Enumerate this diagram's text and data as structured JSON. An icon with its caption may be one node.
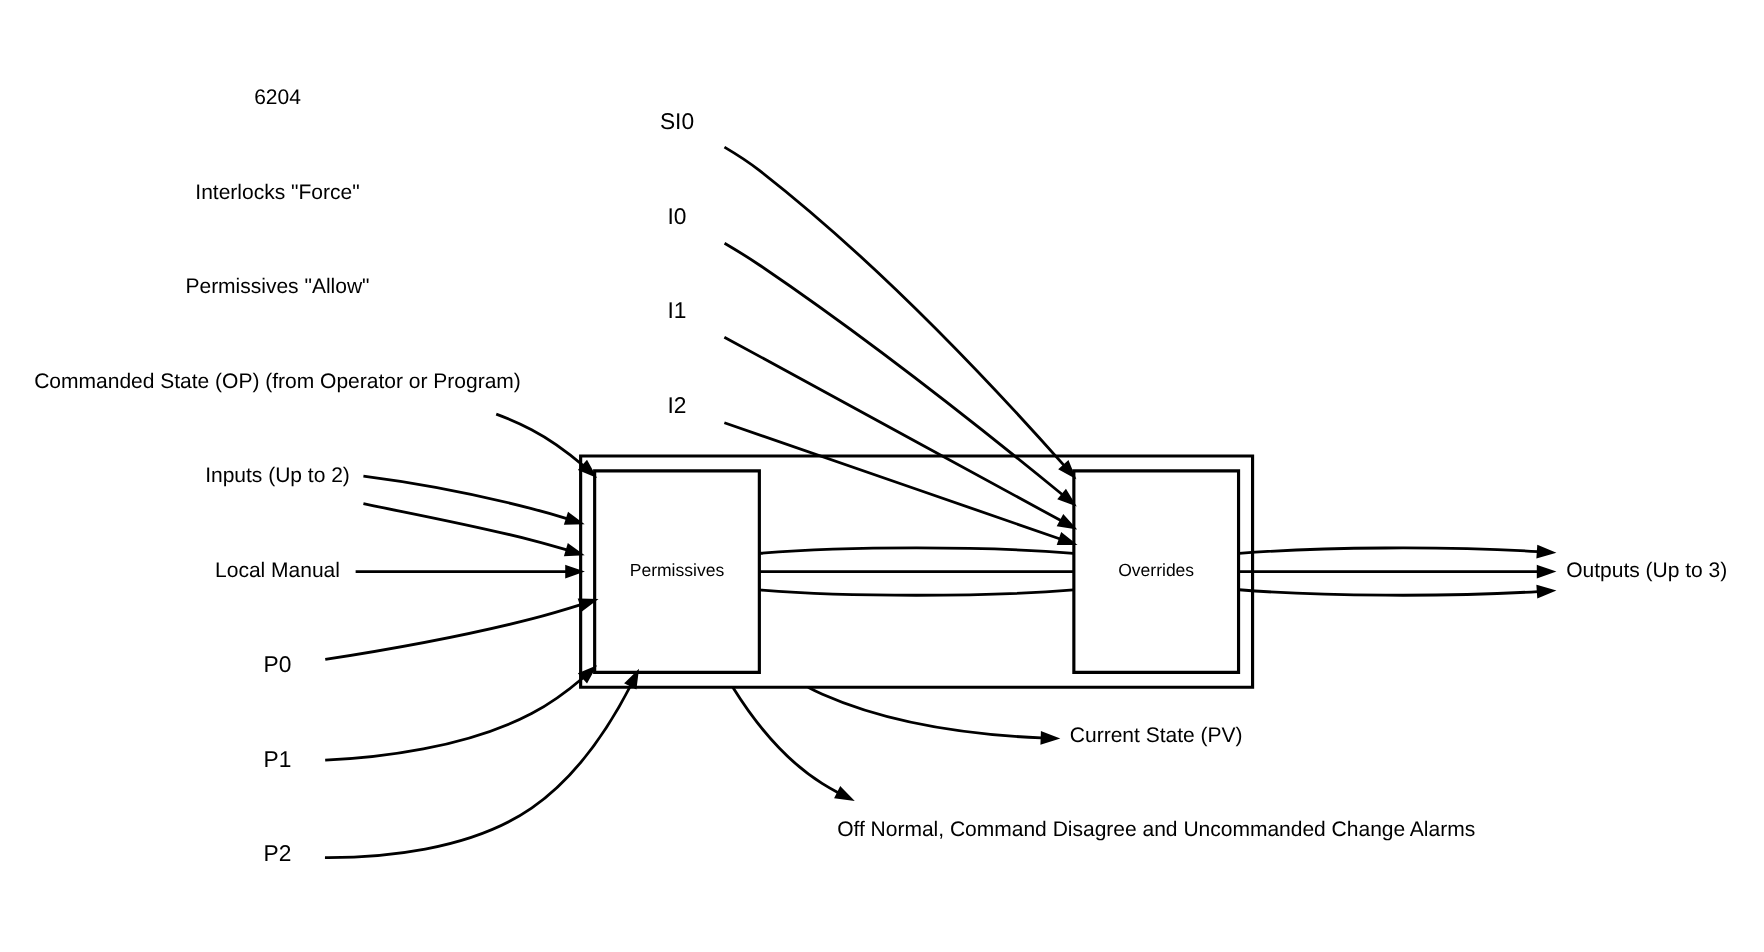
{
  "diagram": {
    "nodes": [
      {
        "text": [],
        "shape": "box"
      },
      {
        "text": [
          "Permissives"
        ],
        "in": 0
      },
      {
        "text": [
          "Overrides"
        ],
        "in": 0
      },
      {
        "text": [
          "Current State (PV)"
        ]
      },
      {
        "text": [
          "Commanded State (OP) (from Operator or Program)"
        ]
      },
      {
        "text": [
          "Inputs (Up to 2)"
        ]
      },
      {
        "text": [
          "Off Normal, Command Disagree and Uncommanded Change Alarms"
        ]
      },
      {
        "text": [
          "Outputs (Up to 3)"
        ]
      },
      {
        "text": [
          "Local Manual"
        ]
      },
      {
        "text": [
          "P0"
        ]
      },
      {
        "text": [
          "P1"
        ]
      },
      {
        "text": [
          "P2"
        ]
      },
      {
        "text": [
          "SI0"
        ]
      },
      {
        "text": [
          "I0"
        ]
      },
      {
        "text": [
          "I1"
        ]
      },
      {
        "text": [
          "I2"
        ]
      }
    ],
    "edges": [
      {
        "from": 5,
        "to": 0,
        "arrow": "to"
      },
      {
        "from": 5,
        "to": 0,
        "arrow": "to"
      },
      {
        "from": 0,
        "to": 3,
        "arrow": "to"
      },
      {
        "from": 4,
        "to": 1,
        "arrow": "to"
      },
      {
        "from": 1,
        "to": 2,
        "arrow": "none"
      },
      {
        "from": 1,
        "to": 2,
        "arrow": "none"
      },
      {
        "from": 1,
        "to": 2,
        "arrow": "none"
      },
      {
        "from": 0,
        "to": 6,
        "arrow": "to"
      },
      {
        "from": 2,
        "to": 7,
        "arrow": "to"
      },
      {
        "from": 2,
        "to": 7,
        "arrow": "to"
      },
      {
        "from": 2,
        "to": 7,
        "arrow": "to"
      },
      {
        "from": 8,
        "to": 0,
        "arrow": "to"
      },
      {
        "from": 9,
        "to": 1,
        "arrow": "to"
      },
      {
        "from": 10,
        "to": 1,
        "arrow": "to"
      },
      {
        "from": 11,
        "to": 1,
        "arrow": "to"
      },
      {
        "from": 12,
        "to": 2,
        "arrow": "to"
      },
      {
        "from": 13,
        "to": 2,
        "arrow": "to"
      },
      {
        "from": 14,
        "to": 2,
        "arrow": "to"
      },
      {
        "from": 15,
        "to": 2,
        "arrow": "to"
      }
    ],
    "labels": [
      "Permissives \"Allow\"",
      "Interlocks \"Force\"",
      "6204"
    ]
  }
}
